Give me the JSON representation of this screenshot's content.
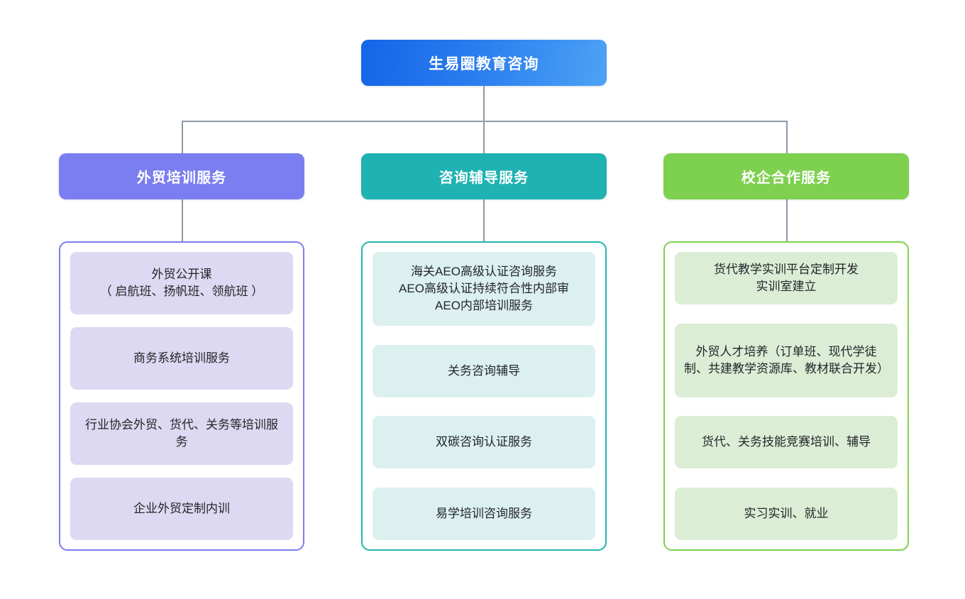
{
  "diagram": {
    "type": "org-chart",
    "title": "生易圈教育咨询 服务架构图",
    "colors": {
      "root_gradient_start": "#1565e8",
      "root_gradient_end": "#4da2f5",
      "branch_1_accent": "#7b7ef0",
      "branch_1_item_fill": "#ddd9f2",
      "branch_2_accent": "#1fb2b2",
      "branch_2_item_fill": "#dcf0f0",
      "branch_3_accent": "#7ed04f",
      "branch_3_item_fill": "#dcedd6",
      "connector": "#8c9aa8",
      "background": "#ffffff"
    }
  },
  "root": {
    "label": "生易圈教育咨询"
  },
  "branches": [
    {
      "header": "外贸培训服务",
      "items": [
        "外贸公开课\n（ 启航班、扬帆班、领航班 ）",
        "商务系统培训服务",
        "行业协会外贸、货代、关务等培训服务",
        "企业外贸定制内训"
      ]
    },
    {
      "header": "咨询辅导服务",
      "items": [
        "海关AEO高级认证咨询服务\nAEO高级认证持续符合性内部审\nAEO内部培训服务",
        "关务咨询辅导",
        "双碳咨询认证服务",
        "易学培训咨询服务"
      ]
    },
    {
      "header": "校企合作服务",
      "items": [
        "货代教学实训平台定制开发\n实训室建立",
        "外贸人才培养（订单班、现代学徒制、共建教学资源库、教材联合开发）",
        "货代、关务技能竞赛培训、辅导",
        "实习实训、就业"
      ]
    }
  ]
}
